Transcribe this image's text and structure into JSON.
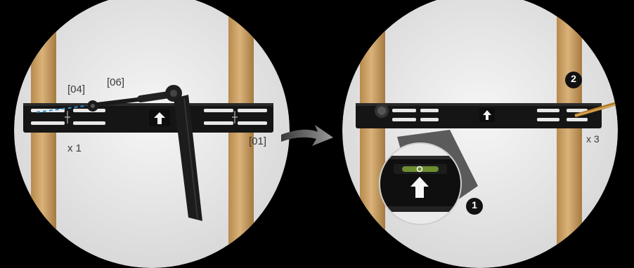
{
  "step1": {
    "part_a": "[04]",
    "part_b": "[06]",
    "part_c": "[01]",
    "quantity": "x 1"
  },
  "step2": {
    "quantity": "x 3",
    "callout_1": "1",
    "callout_2": "2"
  },
  "colors": {
    "background": "#000000",
    "circle_fill": "#ececec",
    "stud": "#c9a063",
    "bracket": "#151515",
    "arrow": "#6a6a6a"
  }
}
